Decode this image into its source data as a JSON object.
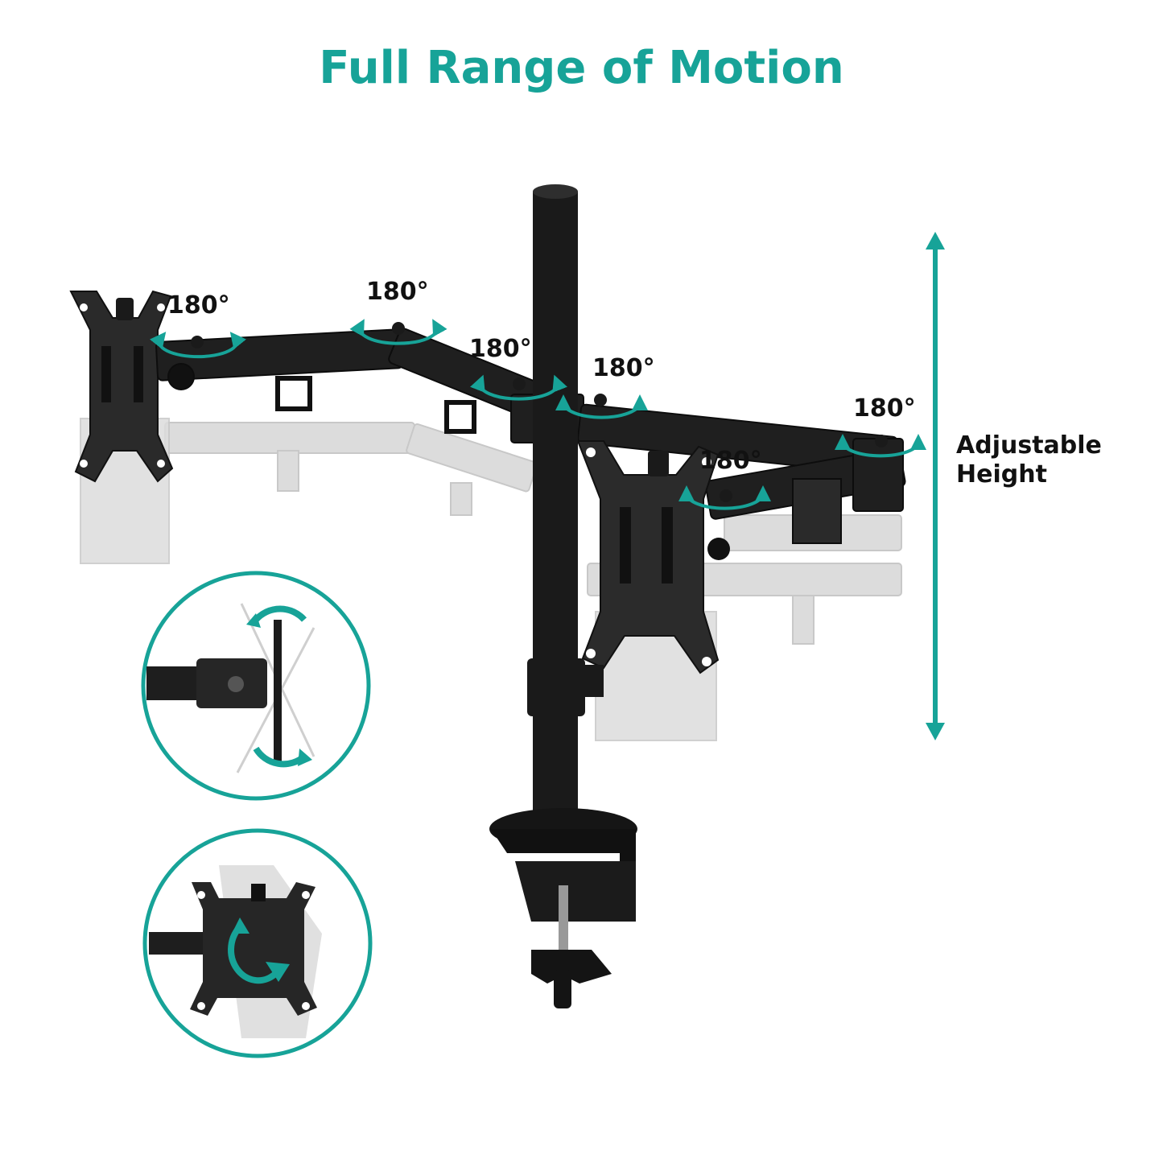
{
  "title": "Full Range of Motion",
  "rotation_labels": [
    "180°",
    "180°",
    "180°",
    "180°",
    "180°",
    "180°"
  ],
  "height_label": {
    "line1": "Adjustable",
    "line2": "Height"
  },
  "colors": {
    "accent": "#17a398",
    "metal": "#1c1c1c",
    "ghost": "#d6d6d6",
    "text": "#111111"
  },
  "icons": [
    "rotation-arrow-icon",
    "height-arrow-icon",
    "tilt-arrow-icon",
    "swivel-arrow-icon"
  ]
}
